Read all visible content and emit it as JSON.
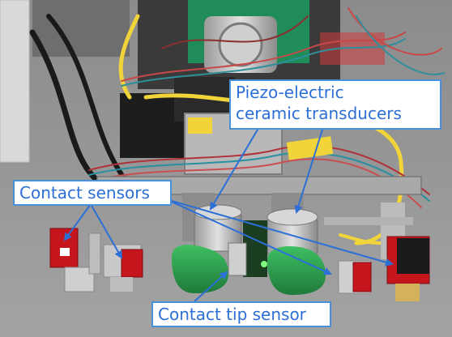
{
  "labels": {
    "piezo_line1": "Piezo-electric",
    "piezo_line2": "ceramic transducers",
    "contact_sensors": "Contact sensors",
    "contact_tip_sensor": "Contact tip sensor"
  },
  "colors": {
    "callout_blue": "#2c6fd6",
    "callout_border": "#4a90d9",
    "sensor_red": "#c4161c",
    "tip_green": "#2f9e4f",
    "cable_yellow": "#f0d43a"
  }
}
